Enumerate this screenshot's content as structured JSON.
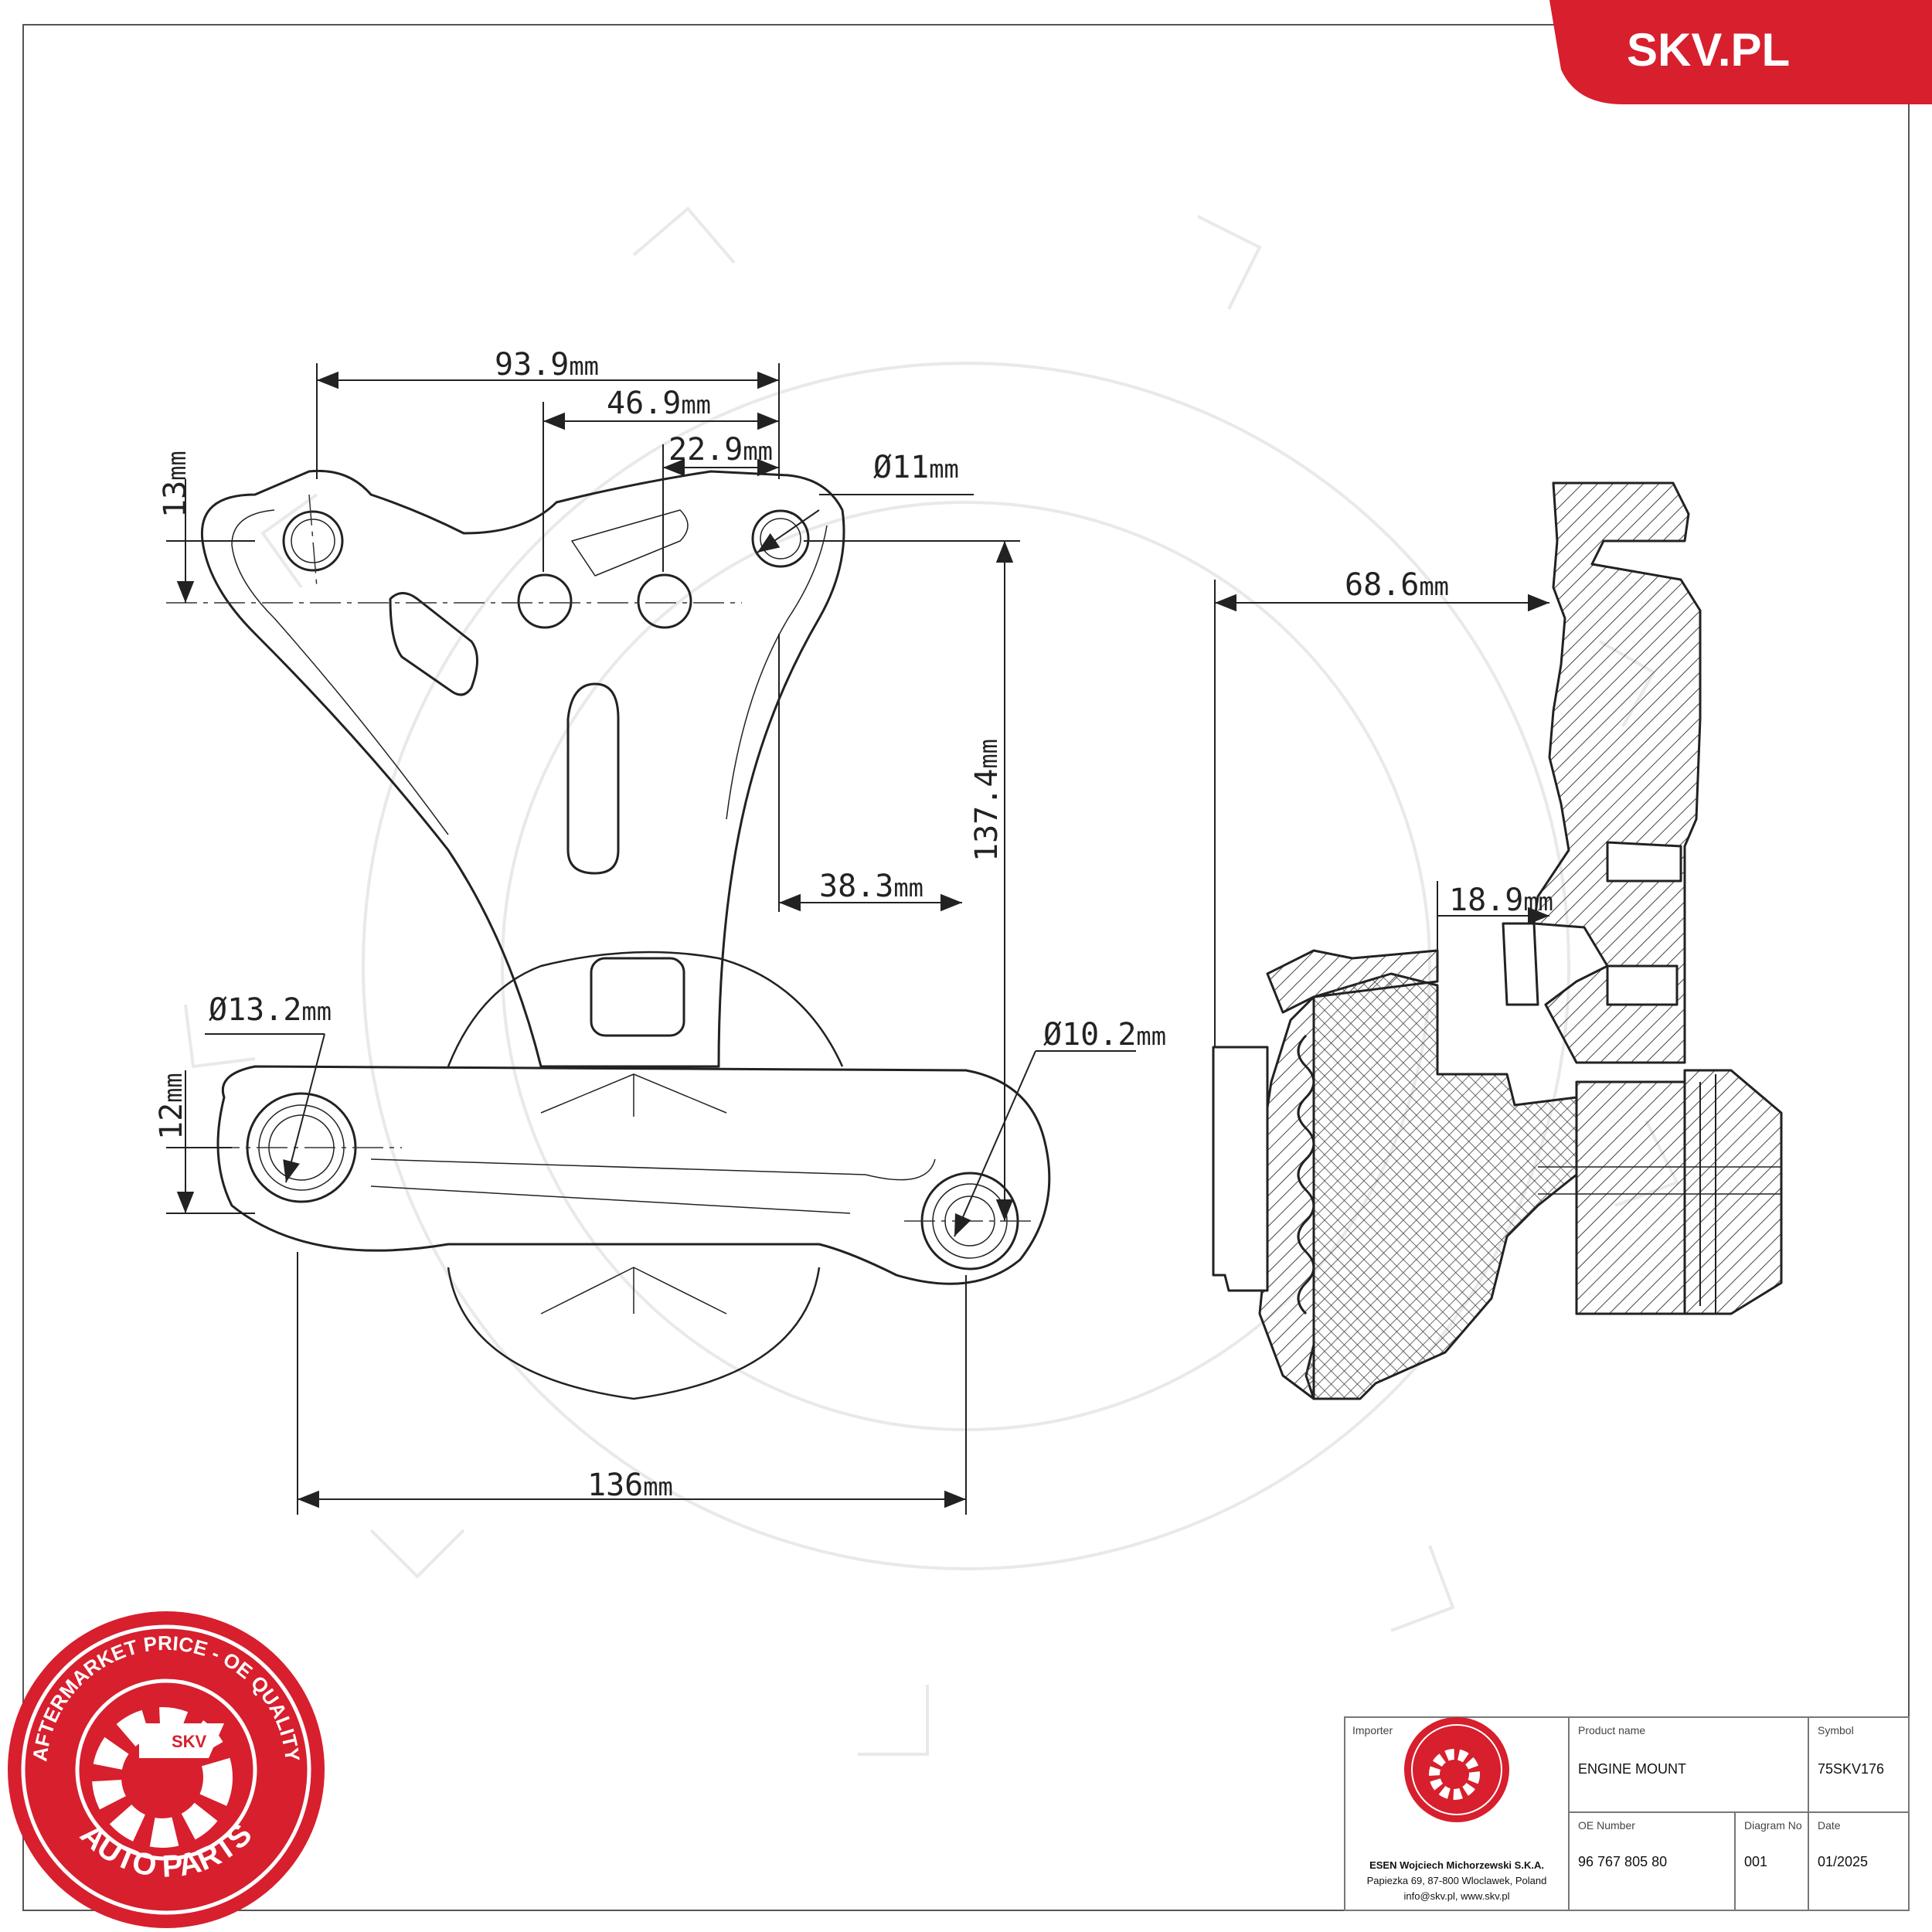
{
  "brand": {
    "site": "SKV.PL",
    "color": "#d71f2d"
  },
  "dimensions": {
    "front_top_overall": "93.9",
    "front_top_mid": "46.9",
    "front_top_small": "22.9",
    "front_hole_top": "Ø11",
    "front_height_top": "13",
    "front_height_total": "137.4",
    "front_offset": "38.3",
    "front_hole_left": "Ø13.2",
    "front_hole_right": "Ø10.2",
    "front_height_bottom": "12",
    "front_width_bottom": "136",
    "side_width": "68.6",
    "side_small": "18.9",
    "unit": "mm"
  },
  "seal": {
    "top_text": "AFTERMARKET PRICE - OE QUALITY",
    "bottom_text": "AUTO PARTS",
    "center_text": "SKV"
  },
  "title_block": {
    "importer_label": "Importer",
    "product_name_label": "Product name",
    "product_name": "ENGINE MOUNT",
    "symbol_label": "Symbol",
    "symbol": "75SKV176",
    "oe_number_label": "OE Number",
    "oe_number": "96 767 805 80",
    "diagram_no_label": "Diagram No",
    "diagram_no": "001",
    "date_label": "Date",
    "date": "01/2025",
    "importer_line1": "ESEN Wojciech Michorzewski S.K.A.",
    "importer_line2": "Papiezka 69, 87-800 Wloclawek, Poland",
    "importer_line3": "info@skv.pl, www.skv.pl"
  }
}
